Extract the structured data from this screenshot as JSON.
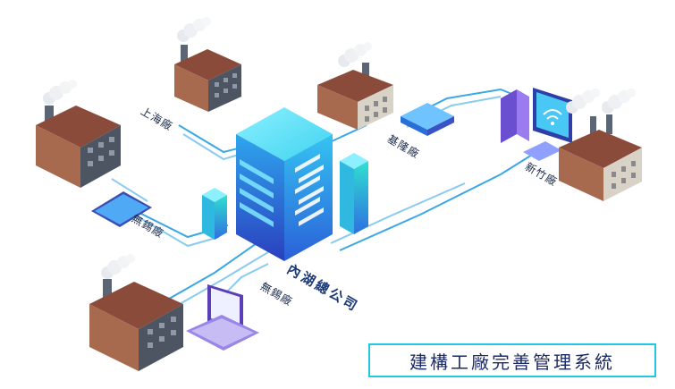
{
  "hq_label": "內湖總公司",
  "factories": {
    "shanghai": "上海廠",
    "keelung": "基隆廠",
    "hsinchu": "新竹廠",
    "wuxi_left": "無錫廠",
    "wuxi_bottom": "無錫廠"
  },
  "system_title": "建構工廠完善管理系統",
  "colors": {
    "line": "#3aa7e6",
    "server_top": "#3fd3f0",
    "server_front": "#2b7fe0",
    "title_border": "#22c7e6",
    "factory_brick": "#8a4b3a",
    "factory_gray": "#5c6573"
  }
}
